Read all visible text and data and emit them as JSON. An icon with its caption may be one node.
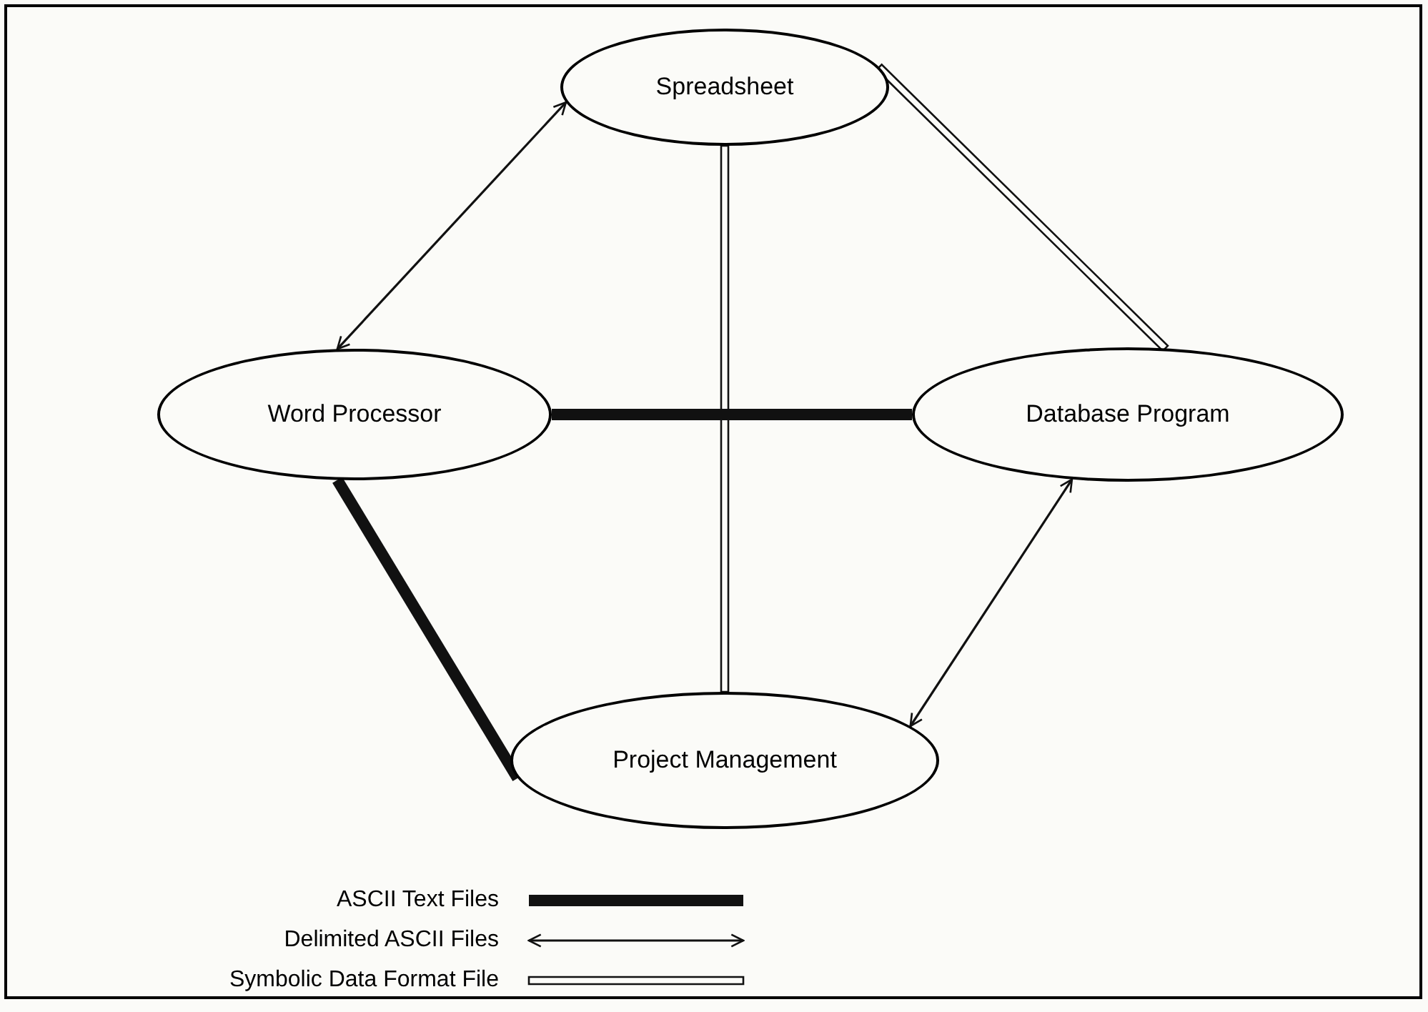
{
  "diagram": {
    "nodes": [
      {
        "text": [
          "Spreadsheet"
        ]
      },
      {
        "text": [
          "Word Processor"
        ]
      },
      {
        "text": [
          "Database Program"
        ]
      },
      {
        "text": [
          "Project Management"
        ]
      }
    ],
    "edges": [
      {
        "from": 1,
        "to": 0,
        "arrow": "both"
      },
      {
        "from": 0,
        "to": 3,
        "arrow": "none"
      },
      {
        "from": 0,
        "to": 2,
        "arrow": "none"
      },
      {
        "from": 1,
        "to": 2,
        "arrow": "none",
        "style": "thick"
      },
      {
        "from": 1,
        "to": 3,
        "arrow": "none",
        "style": "thick"
      },
      {
        "from": 2,
        "to": 3,
        "arrow": "both"
      }
    ],
    "legend": [
      {
        "text": "ASCII Text Files"
      },
      {
        "text": "Delimited ASCII Files"
      },
      {
        "text": "Symbolic Data Format File"
      }
    ]
  }
}
